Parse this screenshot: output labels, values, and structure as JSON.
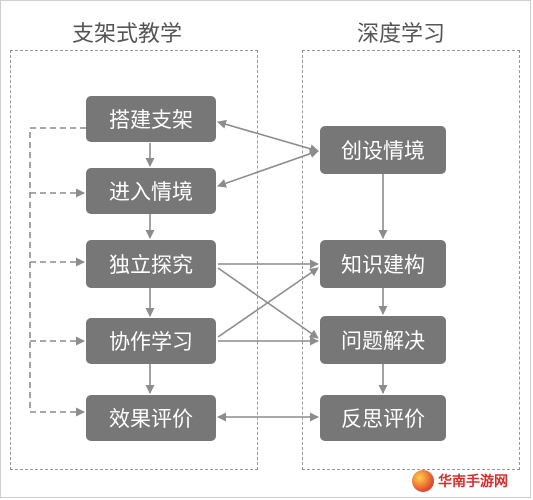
{
  "left_column": {
    "title": "支架式教学",
    "nodes": [
      "搭建支架",
      "进入情境",
      "独立探究",
      "协作学习",
      "效果评价"
    ]
  },
  "right_column": {
    "title": "深度学习",
    "nodes": [
      "创设情境",
      "知识建构",
      "问题解决",
      "反思评价"
    ]
  },
  "watermark": {
    "text": "华南手游网"
  },
  "colors": {
    "node_fill": "#777777",
    "node_text": "#ffffff",
    "connector": "#8c8c8c",
    "dashed_border": "#9a9a9a",
    "title_text": "#555555"
  }
}
